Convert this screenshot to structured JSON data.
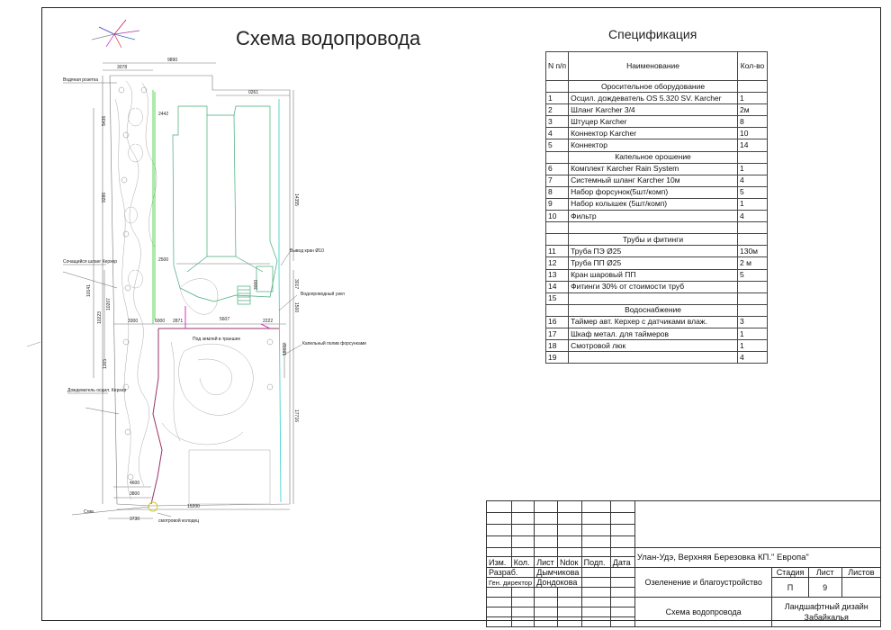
{
  "title": "Схема водопровода",
  "spec": {
    "title": "Спецификация",
    "header": {
      "num": "N п/п",
      "name": "Наименование",
      "qty": "Кол-во"
    },
    "rows": [
      {
        "type": "section",
        "name": "Оросительное оборудование"
      },
      {
        "num": "1",
        "name": "Осцил. дождеватель OS 5.320 SV. Karcher",
        "qty": "1"
      },
      {
        "num": "2",
        "name": "Шланг Karcher 3/4",
        "qty": "2м"
      },
      {
        "num": "3",
        "name": "Штуцер Karcher",
        "qty": "8"
      },
      {
        "num": "4",
        "name": "Коннектор Karcher",
        "qty": "10"
      },
      {
        "num": "5",
        "name": "Коннектор",
        "qty": "14"
      },
      {
        "type": "section",
        "name": "Капельное орошение"
      },
      {
        "num": "6",
        "name": "Комплект Karcher Rain System",
        "qty": "1"
      },
      {
        "num": "7",
        "name": "Системный шланг Karcher 10м",
        "qty": "4"
      },
      {
        "num": "8",
        "name": "Набор форсунок(5шт/комп)",
        "qty": "5"
      },
      {
        "num": "9",
        "name": "Набор колышек (5шт/комп)",
        "qty": "1"
      },
      {
        "num": "10",
        "name": "Фильтр",
        "qty": "4"
      },
      {
        "type": "blank"
      },
      {
        "type": "section",
        "name": "Трубы и фитинги"
      },
      {
        "num": "11",
        "name": "Труба ПЭ Ø25",
        "qty": "130м"
      },
      {
        "num": "12",
        "name": "Труба ПП Ø25",
        "qty": "2 м"
      },
      {
        "num": "13",
        "name": "Кран шаровый ПП",
        "qty": "5"
      },
      {
        "num": "14",
        "name": "Фитинги 30% от стоимости труб",
        "qty": ""
      },
      {
        "num": "15",
        "name": "",
        "qty": ""
      },
      {
        "type": "section",
        "name": "Водоснабжение"
      },
      {
        "num": "16",
        "name": "Таймер авт.  Керхер с датчиками влаж.",
        "qty": "3"
      },
      {
        "num": "17",
        "name": "Шкаф метал. для таймеров",
        "qty": "1"
      },
      {
        "num": "18",
        "name": "Смотровой люк",
        "qty": "1"
      },
      {
        "num": "19",
        "name": "",
        "qty": "4"
      }
    ]
  },
  "plan": {
    "labels": {
      "water_socket": "Водяная розетка",
      "hose": "Сочащийся шланг Керхер",
      "sprinkler": "Дождеватель осцил. Керхер",
      "drain": "Сгив",
      "inspection_well": "смотровой колодец",
      "outlet": "Вывод кран Ø10",
      "water_node": "Водопроводный узел",
      "drip": "Капельный полив форсунками",
      "underground": "Под землей в траншее"
    },
    "dimensions": [
      "3078",
      "9890",
      "0261",
      "2442",
      "5436",
      "9286",
      "14355",
      "2500",
      "3017",
      "3000",
      "1500",
      "10141",
      "10223",
      "10207",
      "3300",
      "6000",
      "2871",
      "5607",
      "2222",
      "18692",
      "1365",
      "17716",
      "4600",
      "3800",
      "15200",
      "3730"
    ]
  },
  "stamp": {
    "address": "Улан-Удэ, Верхняя Березовка КП.\" Европа\"",
    "cols": [
      "Изм.",
      "Кол.",
      "Лист",
      "Ndок",
      "Подп.",
      "Дата"
    ],
    "developed_label": "Разраб.",
    "developed_name": "Дымчикова",
    "director_label": "Ген. директор",
    "director_name": "Дондокова",
    "section": "Озеленение и благоустройство",
    "stage_label": "Стадия",
    "sheet_label": "Лист",
    "sheets_label": "Листов",
    "stage": "П",
    "sheet": "9",
    "sheets": "",
    "drawing": "Схема водопровода",
    "company": "Ландшафтный дизайн Забайкалья"
  }
}
